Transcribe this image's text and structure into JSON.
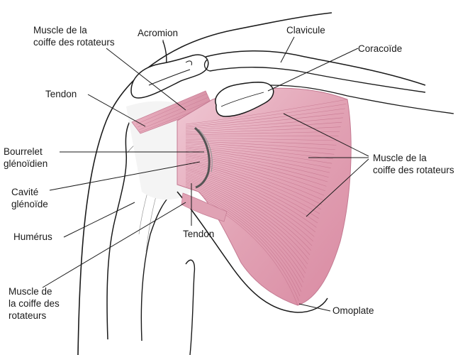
{
  "labels": {
    "rotator_cuff_top": [
      "Muscle de la",
      "coiffe des rotateurs"
    ],
    "acromion": "Acromion",
    "clavicle": "Clavicule",
    "coracoid": "Coracoïde",
    "tendon_upper": "Tendon",
    "labrum": [
      "Bourrelet",
      "glénoïdien"
    ],
    "rotator_cuff_right": [
      "Muscle de la",
      "coiffe des rotateurs"
    ],
    "glenoid_cavity": [
      "Cavité",
      "glénoïde"
    ],
    "humerus": "Humérus",
    "tendon_lower": "Tendon",
    "rotator_cuff_bottom": [
      "Muscle de",
      "la coiffe des",
      "rotateurs"
    ],
    "scapula": "Omoplate"
  },
  "colors": {
    "muscle": "#e2a3b5",
    "muscle_dark": "#c97d94",
    "outline": "#1a1a1a",
    "bone_shade": "#f2f2f2"
  }
}
